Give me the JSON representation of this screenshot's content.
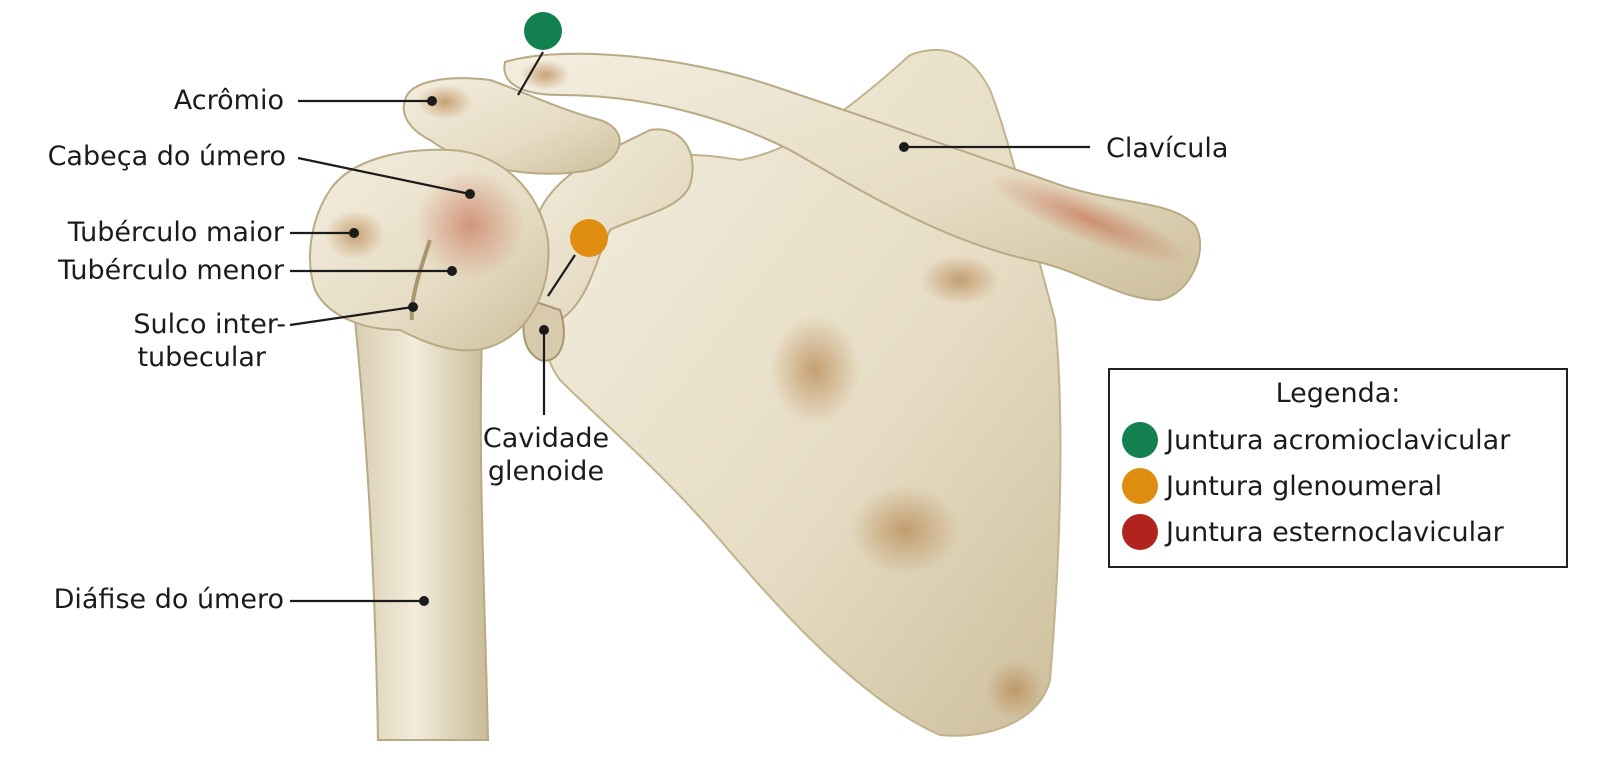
{
  "labels": {
    "acromio": "Acrômio",
    "cabeca_umero": "Cabeça do úmero",
    "tuberculo_maior": "Tubérculo maior",
    "tuberculo_menor": "Tubérculo menor",
    "sulco_line1": "Sulco inter-",
    "sulco_line2": "tubecular",
    "diafise": "Diáfise do úmero",
    "cavidade_line1": "Cavidade",
    "cavidade_line2": "glenoide",
    "clavicula": "Clavícula"
  },
  "legend": {
    "title": "Legenda:",
    "items": [
      {
        "label": "Juntura acromioclavicular",
        "color": "#13814f"
      },
      {
        "label": "Juntura glenoumeral",
        "color": "#e08e12"
      },
      {
        "label": "Juntura esternoclavicular",
        "color": "#b3231e"
      }
    ]
  },
  "markers": {
    "acromioclavicular_color": "#13814f",
    "glenoumeral_color": "#e08e12"
  },
  "colors": {
    "bone": "#ebe3cf",
    "bone_shade": "#cbbd9a",
    "bone_stain": "#c08a5e"
  }
}
